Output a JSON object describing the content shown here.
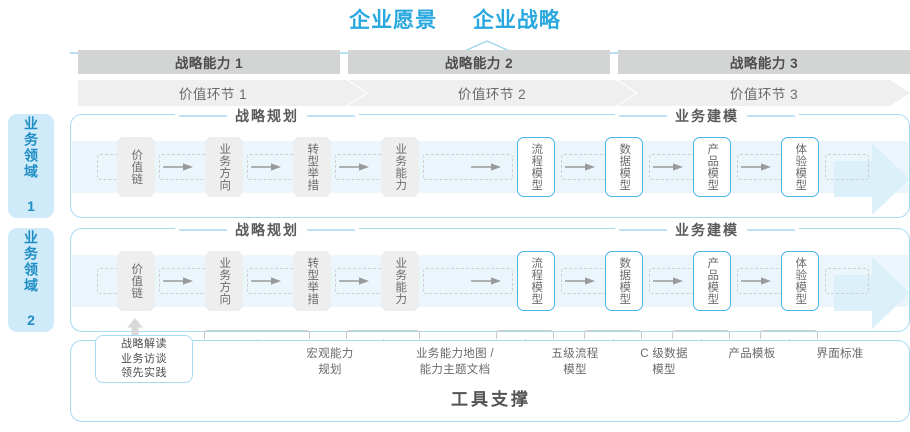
{
  "header": {
    "title_left": "企业愿景",
    "title_right": "企业战略"
  },
  "capabilities": [
    {
      "label": "战略能力 1"
    },
    {
      "label": "战略能力 2"
    },
    {
      "label": "战略能力 3"
    }
  ],
  "value_stages": [
    {
      "label": "价值环节 1"
    },
    {
      "label": "价值环节 2"
    },
    {
      "label": "价值环节 3"
    }
  ],
  "domains": [
    {
      "label": "业务领域 1"
    },
    {
      "label": "业务领域 2"
    }
  ],
  "sections": {
    "planning": "战略规划",
    "modeling": "业务建模"
  },
  "nodes": {
    "planning": [
      {
        "label": "价值链",
        "style": "gray"
      },
      {
        "label": "业务方向",
        "style": "gray"
      },
      {
        "label": "转型举措",
        "style": "gray"
      },
      {
        "label": "业务能力",
        "style": "gray"
      }
    ],
    "modeling": [
      {
        "label": "流程模型",
        "style": "blue"
      },
      {
        "label": "数据模型",
        "style": "blue"
      },
      {
        "label": "产品模型",
        "style": "blue"
      },
      {
        "label": "体验模型",
        "style": "blue"
      }
    ]
  },
  "tools": {
    "title": "工具支撑",
    "hint": {
      "line1": "战略解读",
      "line2": "业务访谈",
      "line3": "领先实践"
    },
    "labels": [
      {
        "line1": "宏观能力",
        "line2": "规划"
      },
      {
        "line1": "业务能力地图 /",
        "line2": "能力主题文档"
      },
      {
        "line1": "五级流程",
        "line2": "模型"
      },
      {
        "line1": "C 级数据",
        "line2": "模型"
      },
      {
        "line1": "产品模板",
        "line2": ""
      },
      {
        "line1": "界面标准",
        "line2": ""
      }
    ]
  },
  "colors": {
    "accent": "#29A8DF",
    "node_blue_border": "#4cb4e7",
    "band": "#eaf6fc",
    "cap_bar": "#d3d5d5",
    "stage_bar": "#efefef",
    "domain_tab": "#cfeaf8"
  }
}
